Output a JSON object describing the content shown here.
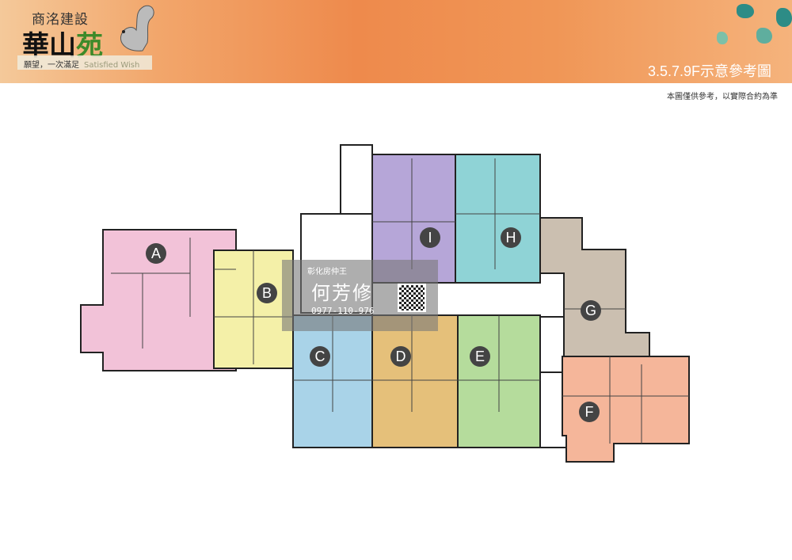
{
  "header": {
    "developer": "商洺建設",
    "project_name_part1": "華山",
    "project_name_part2": "苑",
    "slogan_cn": "願望，一次滿足",
    "slogan_en": "Satisfied Wish",
    "floor_title": "3.5.7.9F示意參考圖"
  },
  "disclaimer": "本圖僅供參考，以實際合約為準",
  "units": [
    {
      "label": "A",
      "color": "#f2c2d8"
    },
    {
      "label": "B",
      "color": "#f4f0a8"
    },
    {
      "label": "C",
      "color": "#a9d3e8"
    },
    {
      "label": "D",
      "color": "#e5c07a"
    },
    {
      "label": "E",
      "color": "#b5dc9c"
    },
    {
      "label": "F",
      "color": "#f5b69a"
    },
    {
      "label": "G",
      "color": "#cbbfb0"
    },
    {
      "label": "H",
      "color": "#8fd3d6"
    },
    {
      "label": "I",
      "color": "#b6a6d8"
    }
  ],
  "watermark": {
    "agency": "彰化房仲王",
    "agent_name": "何芳修",
    "phone": "0977-110-976"
  }
}
